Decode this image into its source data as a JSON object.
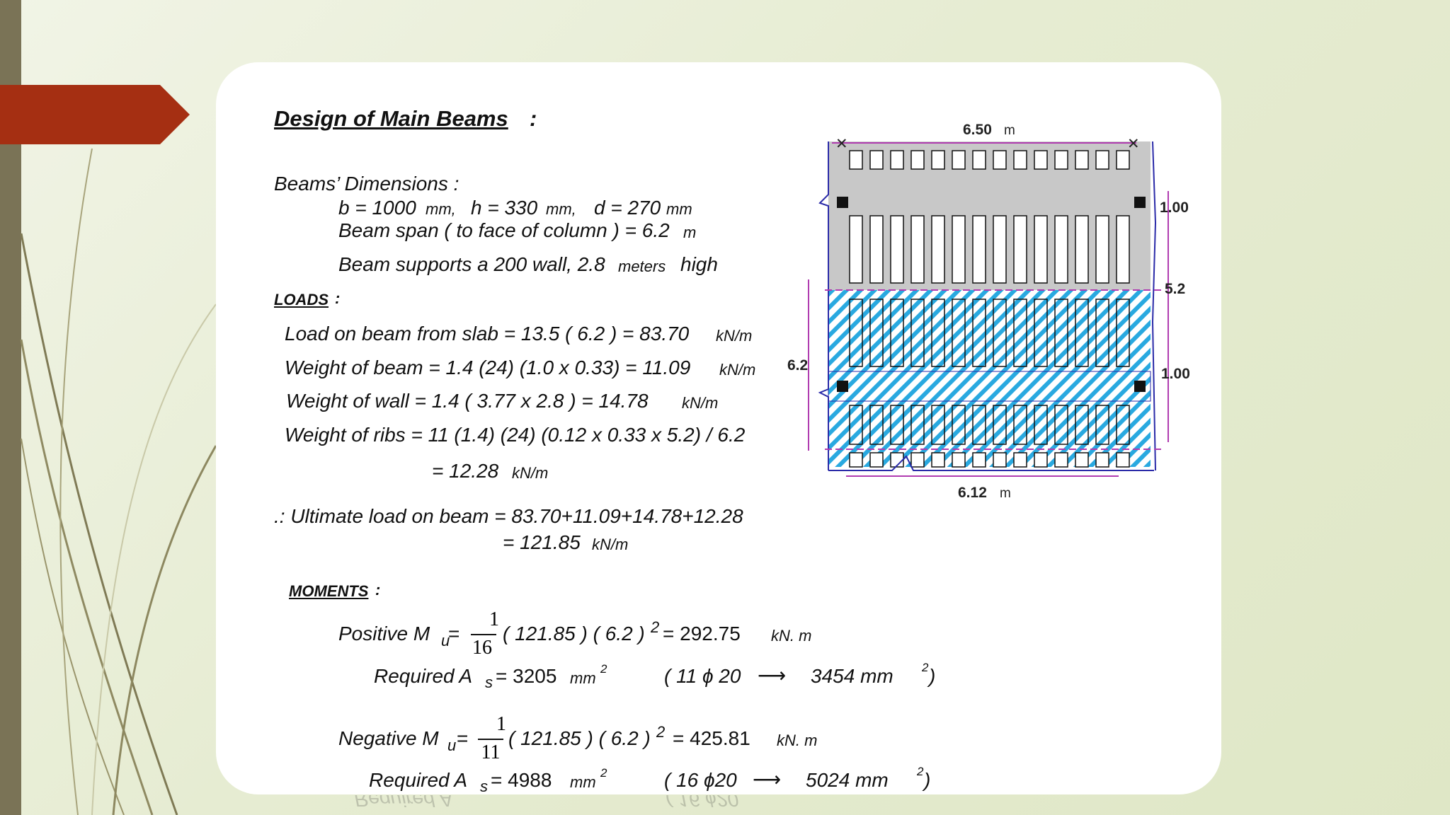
{
  "slide": {
    "title": "Design  of  Main  Beams",
    "title_colon": ":"
  },
  "dimensions": {
    "heading": "Beams’  Dimensions :",
    "b": "b = 1000",
    "b_unit": "mm,",
    "h": "h = 330",
    "h_unit": "mm,",
    "d": "d = 270",
    "d_unit": "mm",
    "span": "Beam span  ( to face of column ) = 6.2",
    "span_unit": "m",
    "wall": "Beam supports a 200  wall, 2.8",
    "wall_unit": "meters",
    "wall_end": "high"
  },
  "loads": {
    "heading": "LOADS",
    "heading_colon": ":",
    "slab": "Load on  beam from slab = 13.5  ( 6.2 ) = 83.70",
    "beam": "Weight of beam  = 1.4  (24) (1.0 x 0.33) = 11.09",
    "wall": "Weight of  wall  = 1.4  ( 3.77 x 2.8 ) = 14.78",
    "ribs": "Weight of  ribs  = 11 (1.4) (24) (0.12 x 0.33 x 5.2) / 6.2",
    "ribs_result": "= 12.28",
    "unit": "kN/m",
    "ultimate": ".: Ultimate load on beam = 83.70+11.09+14.78+12.28",
    "ultimate_result": "= 121.85"
  },
  "moments": {
    "heading": "MOMENTS",
    "heading_colon": ":",
    "positive_label": "Positive M",
    "negative_label": "Negative M",
    "sub_u": "u",
    "equals": "=",
    "one": "1",
    "pos_denominator": "16",
    "neg_denominator": "11",
    "pos_expression": "( 121.85 ) ( 6.2 )",
    "neg_expression": "( 121.85 ) ( 6.2 )",
    "sq": "2",
    "pos_result": "=  292.75",
    "neg_result": "=  425.81",
    "pos_unit": "kN. m",
    "neg_unit": "kN. m",
    "required_label": "Required  A",
    "sub_s": "s",
    "pos_as": "=  3205",
    "neg_as": "=  4988",
    "as_unit": "mm",
    "pos_bars": "( 11 ϕ 20",
    "pos_bars_area": "3454  mm",
    "neg_bars": "( 16 ϕ20",
    "neg_bars_area": "5024  mm",
    "close_paren": ")",
    "arrow": "⟶"
  },
  "diagram": {
    "top_dim": "6.50",
    "bottom_dim": "6.12",
    "unit": "m",
    "left_dim": "6.2",
    "right_dim_top": "1.00",
    "right_dim_mid": "5.2",
    "right_dim_bottom": "1.00"
  },
  "colors": {
    "accent": "#a52f12",
    "left_bar": "#7a7356",
    "hatch": "#29a9e0",
    "slab_gray": "#c8c8c8",
    "dim_line": "#b03cb0",
    "edge_line": "#2a2aa8"
  }
}
